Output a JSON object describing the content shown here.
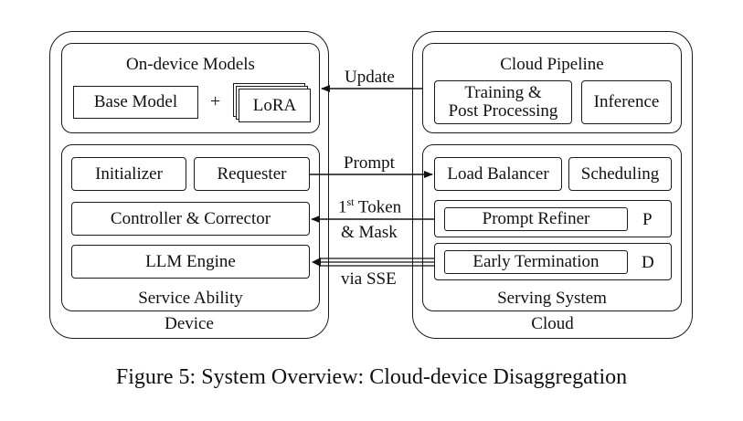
{
  "device": {
    "title": "Device",
    "on_device_models": {
      "title": "On-device Models",
      "base_model": "Base Model",
      "plus": "+",
      "lora": "LoRA"
    },
    "service_ability": {
      "title": "Service Ability",
      "initializer": "Initializer",
      "requester": "Requester",
      "controller": "Controller & Corrector",
      "llm_engine": "LLM Engine"
    }
  },
  "cloud": {
    "title": "Cloud",
    "cloud_pipeline": {
      "title": "Cloud Pipeline",
      "training_line1": "Training &",
      "training_line2": "Post Processing",
      "inference": "Inference"
    },
    "serving_system": {
      "title": "Serving System",
      "load_balancer": "Load Balancer",
      "scheduling": "Scheduling",
      "prompt_refiner": "Prompt Refiner",
      "prompt_refiner_tag": "P",
      "early_termination": "Early Termination",
      "early_termination_tag": "D"
    }
  },
  "arrows": {
    "update": "Update",
    "prompt": "Prompt",
    "first_token_num": "1",
    "first_token_sup": "st",
    "first_token_rest": " Token",
    "and_mask": "& Mask",
    "via_sse": "via SSE"
  },
  "caption": "Figure 5: System Overview: Cloud-device Disaggregation"
}
